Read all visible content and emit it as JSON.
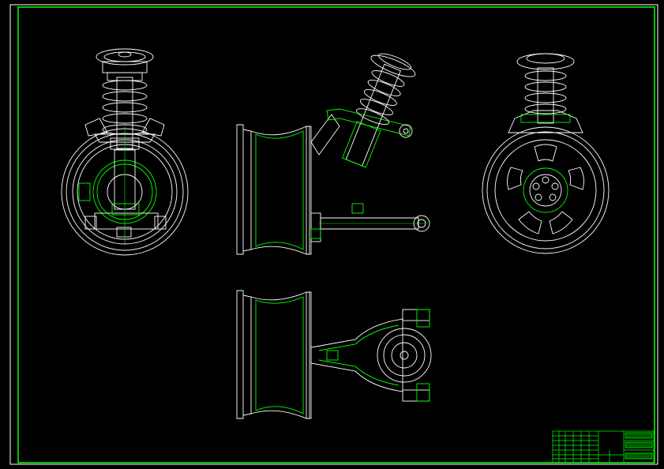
{
  "drawing": {
    "background": "#000000",
    "line_color": "#ffffff",
    "frame_color": "#00ff00",
    "accent_color": "#00ff00",
    "views": [
      "front-view",
      "side-view",
      "rear-view",
      "top-view"
    ],
    "title_block": {
      "line1": "",
      "line2": "",
      "line3": ""
    }
  }
}
